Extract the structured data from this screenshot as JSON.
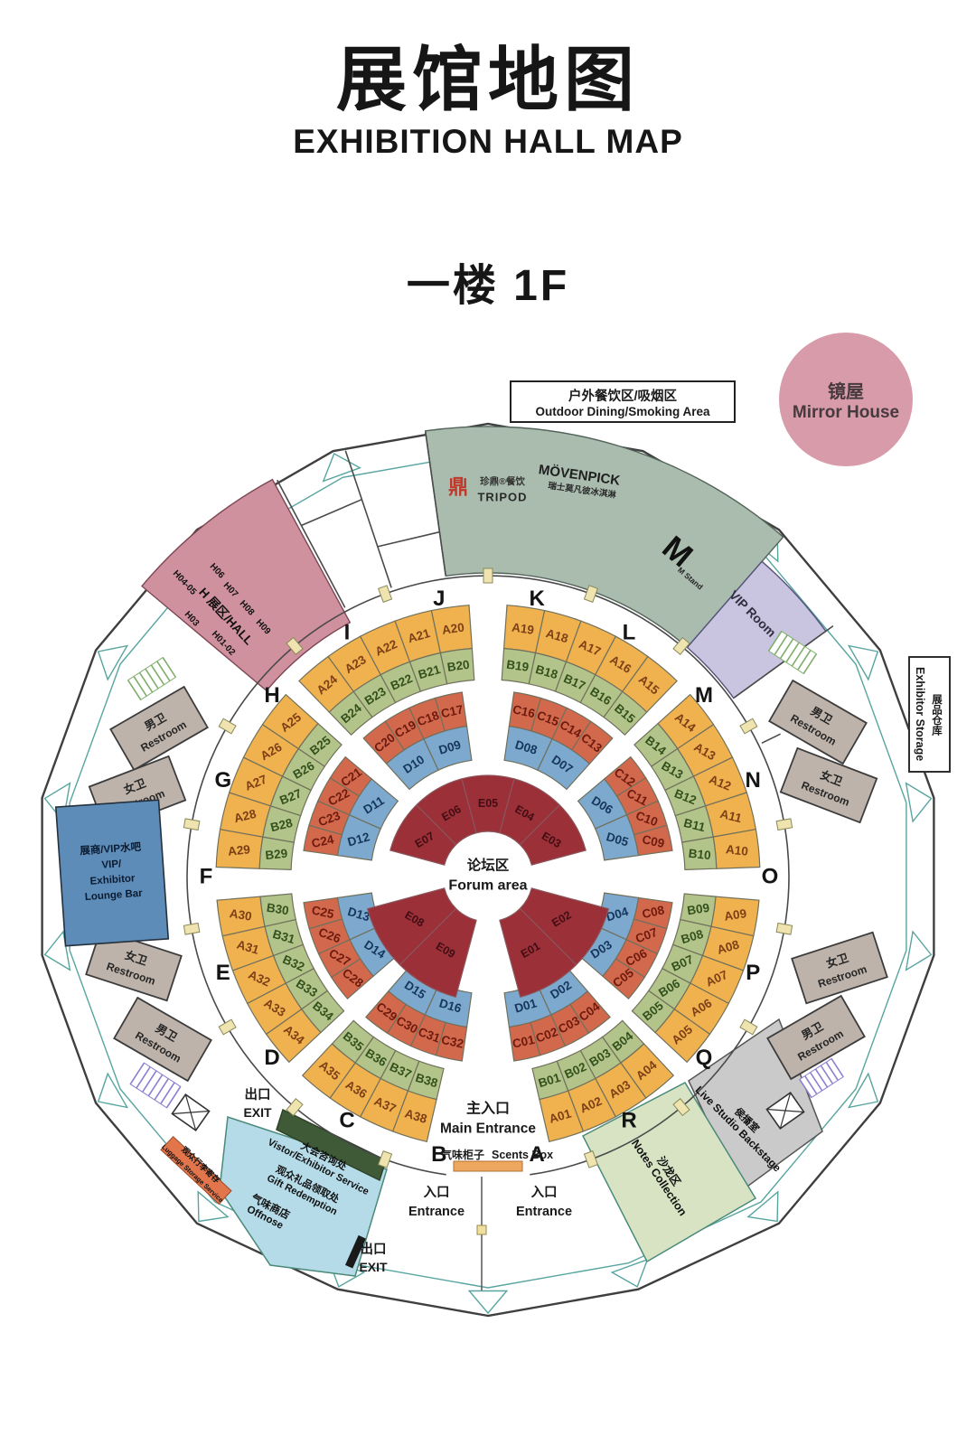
{
  "title": {
    "zh": "展馆地图",
    "en": "EXHIBITION HALL MAP",
    "floor": "一楼 1F"
  },
  "legend": {
    "outdoor": {
      "zh": "户外餐饮区/吸烟区",
      "en": "Outdoor Dining/Smoking Area"
    },
    "mirror_house": {
      "zh": "镜屋",
      "en": "Mirror House"
    }
  },
  "map": {
    "forum": {
      "zh": "论坛区",
      "en": "Forum area"
    },
    "letters": [
      "A",
      "B",
      "C",
      "D",
      "E",
      "F",
      "G",
      "H",
      "I",
      "J",
      "K",
      "L",
      "M",
      "N",
      "O",
      "P",
      "Q",
      "R"
    ],
    "entrances": {
      "main": {
        "zh": "主入口",
        "en": "Main Entrance"
      },
      "entrance": {
        "zh": "入口",
        "en": "Entrance"
      },
      "exit": {
        "zh": "出口",
        "en": "EXIT"
      },
      "scents": {
        "zh": "气味柜子",
        "en": "Scents Box"
      }
    },
    "areas": {
      "tripod": {
        "glyph": "鼎",
        "zh": "珍鼎®餐饮",
        "en": "TRIPOD"
      },
      "movenpick": {
        "en": "MÖVENPICK",
        "zh": "瑞士莫凡彼冰淇淋"
      },
      "mstand": {
        "logo": "M",
        "en": "M Stand"
      },
      "vip_room": "VIP Room",
      "h_hall": {
        "label": "H 展区/HALL",
        "booths": [
          "H04-05",
          "H06",
          "H07",
          "H08",
          "H09",
          "H03",
          "H01-02"
        ]
      },
      "restroom_male": {
        "zh": "男卫",
        "en": "Restroom"
      },
      "restroom_female": {
        "zh": "女卫",
        "en": "Restroom"
      },
      "lounge": {
        "lines": [
          "展商/VIP水吧",
          "VIP/",
          "Exhibitor",
          "Lounge Bar"
        ]
      },
      "storage": {
        "en": "Exhibitor Storage",
        "zh": "展品仓库"
      },
      "luggage": {
        "zh": "观众行李寄存",
        "en": "Luggage Storage Service"
      },
      "service": {
        "zh": "大会咨询处",
        "en": "Vistor/Exhibitor Service"
      },
      "gift": {
        "zh": "观众礼品领取处",
        "en": "Gift Redemption"
      },
      "offnose": {
        "zh": "气味商店",
        "en": "Offnose"
      },
      "notes": {
        "zh": "沙龙区",
        "en": "Notes Collection"
      },
      "live_studio": {
        "zh": "侯播室",
        "en": "Live Studio Backstage"
      }
    },
    "booths": {
      "a_groups": [
        [
          "A24",
          "A23",
          "A22",
          "A21",
          "A20"
        ],
        [
          "A19",
          "A18",
          "A17",
          "A16",
          "A15"
        ],
        [
          "A29",
          "A28",
          "A27",
          "A26",
          "A25"
        ],
        [
          "A14",
          "A13",
          "A12",
          "A11",
          "A10"
        ],
        [
          "A34",
          "A33",
          "A32",
          "A31",
          "A30"
        ],
        [
          "A09",
          "A08",
          "A07",
          "A06",
          "A05"
        ],
        [
          "A38",
          "A37",
          "A36",
          "A35"
        ],
        [
          "A04",
          "A03",
          "A02",
          "A01"
        ]
      ],
      "b_groups": [
        [
          "B24",
          "B23",
          "B22",
          "B21",
          "B20"
        ],
        [
          "B19",
          "B18",
          "B17",
          "B16",
          "B15"
        ],
        [
          "B29",
          "B28",
          "B27",
          "B26",
          "B25"
        ],
        [
          "B14",
          "B13",
          "B12",
          "B11",
          "B10"
        ],
        [
          "B34",
          "B33",
          "B32",
          "B31",
          "B30"
        ],
        [
          "B09",
          "B08",
          "B07",
          "B06",
          "B05"
        ],
        [
          "B38",
          "B37",
          "B36",
          "B35"
        ],
        [
          "B04",
          "B03",
          "B02",
          "B01"
        ]
      ],
      "c_groups": [
        [
          "C20",
          "C19",
          "C18",
          "C17"
        ],
        [
          "C16",
          "C15",
          "C14",
          "C13"
        ],
        [
          "C24",
          "C23",
          "C22",
          "C21"
        ],
        [
          "C12",
          "C11",
          "C10",
          "C09"
        ],
        [
          "C28",
          "C27",
          "C26",
          "C25"
        ],
        [
          "C08",
          "C07",
          "C06",
          "C05"
        ],
        [
          "C32",
          "C31",
          "C30",
          "C29"
        ],
        [
          "C04",
          "C03",
          "C02",
          "C01"
        ]
      ],
      "d_groups": [
        [
          "D10",
          "D09"
        ],
        [
          "D08",
          "D07"
        ],
        [
          "D12",
          "D11"
        ],
        [
          "D06",
          "D05"
        ],
        [
          "D14",
          "D13"
        ],
        [
          "D04",
          "D03"
        ],
        [
          "D16",
          "D15"
        ],
        [
          "D02",
          "D01"
        ]
      ],
      "e_top": [
        "E07",
        "E06",
        "E05",
        "E04",
        "E03"
      ],
      "e_bottom_left": [
        "E09",
        "E08"
      ],
      "e_bottom_right": [
        "E02",
        "E01"
      ]
    },
    "colors": {
      "ring_a": "#f0b24f",
      "ring_b": "#b2c489",
      "ring_c": "#d2694d",
      "ring_d": "#7da9cf",
      "ring_e": "#9b3038",
      "text_a": "#7d3f16",
      "text_b": "#33501d",
      "text_c": "#6e1a0e",
      "text_d": "#16365c",
      "text_e": "#420d13",
      "sage": "#a9bcae",
      "lavender": "#c9c4e0",
      "pink": "#d0919f",
      "tan": "#beb3aa",
      "lounge": "#5d8cb8",
      "offnose": "#b5dbe8",
      "dark_green": "#3e5a36",
      "notes": "#d7e3c3",
      "studio": "#cacaca",
      "luggage": "#e2754b",
      "scents": "#eda75f",
      "mirror": "#d79ba9",
      "teal": "#58a5a0",
      "wall": "#3f3f3f",
      "tripod_red": "#c0392b"
    }
  }
}
